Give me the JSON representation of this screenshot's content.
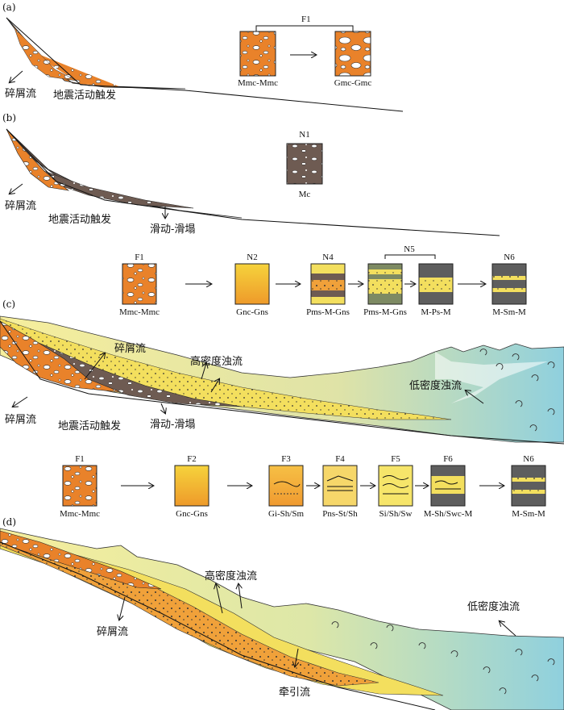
{
  "panels": {
    "a": {
      "label": "(a)",
      "debris_label": "碎屑流",
      "trigger_label": "地震活动触发",
      "group_label": "F1",
      "facies": [
        {
          "code": "Mmc-Mmc",
          "pattern": "orange-coarse"
        },
        {
          "code": "Gmc-Gmc",
          "pattern": "orange-clasts"
        }
      ]
    },
    "b": {
      "label": "(b)",
      "debris_label": "碎屑流",
      "trigger_label": "地震活动触发",
      "slide_label": "滑动-滑塌",
      "group_label": "N1",
      "facies": [
        {
          "code": "Mc",
          "pattern": "brown-clasts"
        }
      ]
    },
    "c": {
      "label": "(c)",
      "debris_label_top": "碎屑流",
      "debris_label_left": "碎屑流",
      "trigger_label": "地震活动触发",
      "slide_label": "滑动-滑塌",
      "high_density_label": "高密度浊流",
      "low_density_label": "低密度浊流",
      "sequence_top": {
        "group_label": "N5",
        "facies": [
          {
            "title": "F1",
            "code": "Mmc-Mmc"
          },
          {
            "title": "N2",
            "code": "Gnc-Gns"
          },
          {
            "title": "N4",
            "code": "Pms-M-Gns"
          },
          {
            "title": "",
            "code": "Pms-M-Gns"
          },
          {
            "title": "",
            "code": "M-Ps-M"
          },
          {
            "title": "N6",
            "code": "M-Sm-M"
          }
        ]
      },
      "sequence_bottom": {
        "facies": [
          {
            "title": "F1",
            "code": "Mmc-Mmc"
          },
          {
            "title": "F2",
            "code": "Gnc-Gns"
          },
          {
            "title": "F3",
            "code": "Gi-Sh/Sm"
          },
          {
            "title": "F4",
            "code": "Pns-St/Sh"
          },
          {
            "title": "F5",
            "code": "Si/Sh/Sw"
          },
          {
            "title": "F6",
            "code": "M-Sh/Swc-M"
          },
          {
            "title": "N6",
            "code": "M-Sm-M"
          }
        ]
      }
    },
    "d": {
      "label": "(d)",
      "debris_label": "碎屑流",
      "high_density_label": "高密度浊流",
      "low_density_label": "低密度浊流",
      "traction_label": "牵引流"
    }
  },
  "colors": {
    "orange": "#e9822a",
    "orange_dark": "#c8611a",
    "yellow": "#f3df5e",
    "pale_yellow": "#f6ee9c",
    "brown": "#6e5b52",
    "gray": "#5e5e5e",
    "olive": "#7d8a63",
    "blue": "#8fd0de"
  }
}
